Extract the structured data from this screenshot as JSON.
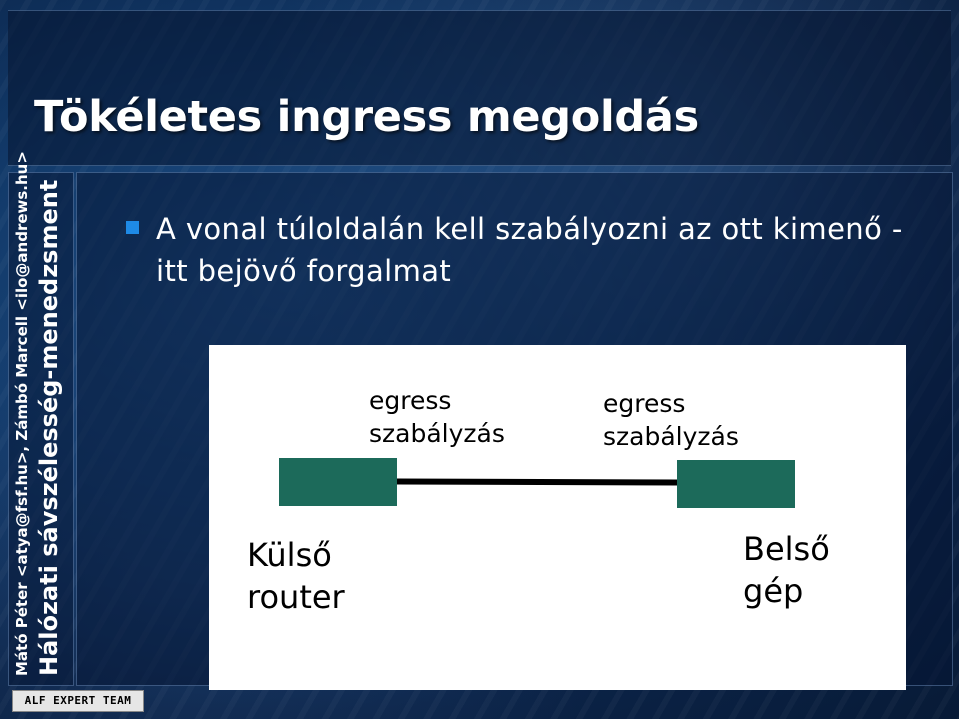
{
  "slide": {
    "title": "Tökéletes ingress megoldás",
    "bullet": "A vonal túloldalán kell szabályozni az ott kimenő - itt bejövő forgalmat",
    "sidebar_line1": "Mátó Péter <atya@fsf.hu>, Zámbó Marcell <ilo@andrews.hu>",
    "sidebar_line2": "Hálózati sávszélesség-menedzsment",
    "footer_logo": "ALF EXPERT TEAM"
  },
  "diagram": {
    "left_top_label": "egress szabályzás",
    "right_top_label": "egress szabályzás",
    "left_bottom_label": "Külső router",
    "right_bottom_label": "Belső gép",
    "box_color": "#1c6a5a",
    "line_color": "#000000"
  },
  "colors": {
    "background": "#123a6a",
    "bullet_marker": "#1e8ae6",
    "text": "#ffffff"
  }
}
